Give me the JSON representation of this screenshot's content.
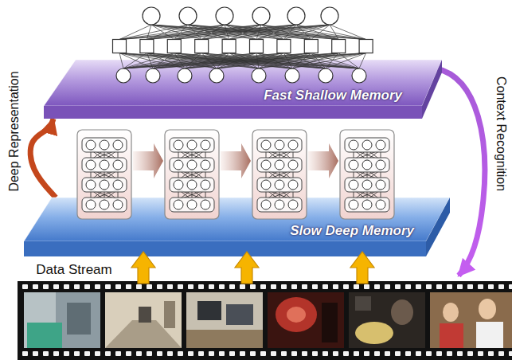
{
  "diagram": {
    "nodes": [
      {
        "text": [
          "Fast Shallow Memory"
        ]
      },
      {
        "text": [
          "Slow Deep Memory"
        ]
      }
    ],
    "edges": [
      {
        "from": 1,
        "to": 0,
        "arrow": "to",
        "label": "Deep Representation"
      }
    ],
    "labels": [
      "Context Recognition",
      "Data Stream"
    ]
  }
}
